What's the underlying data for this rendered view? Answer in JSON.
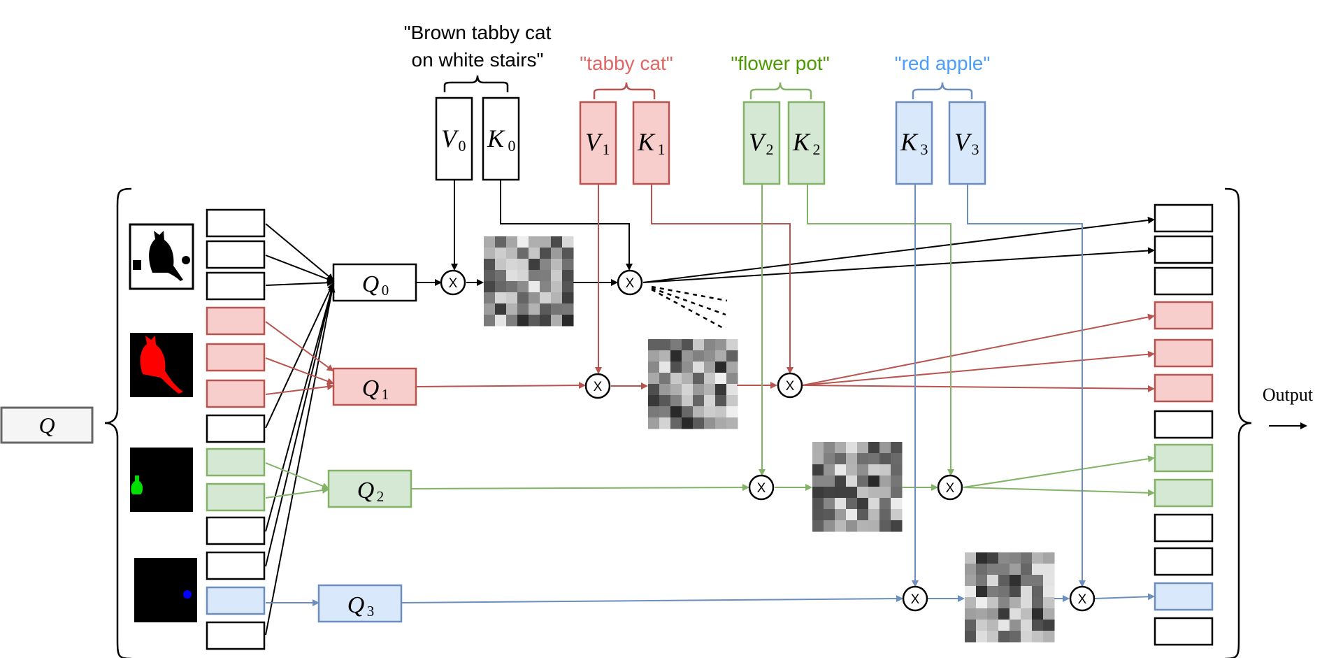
{
  "input_label": "Q",
  "output_label": "Output",
  "prompts": [
    {
      "line1": "\"Brown tabby cat",
      "line2": "on white stairs\""
    },
    {
      "text": "\"tabby cat\""
    },
    {
      "text": "\"flower pot\""
    },
    {
      "text": "\"red apple\""
    }
  ],
  "kv": {
    "v0": "V",
    "v0_sub": "0",
    "k0": "K",
    "k0_sub": "0",
    "v1": "V",
    "v1_sub": "1",
    "k1": "K",
    "k1_sub": "1",
    "v2": "V",
    "v2_sub": "2",
    "k2": "K",
    "k2_sub": "2",
    "k3": "K",
    "k3_sub": "3",
    "v3": "V",
    "v3_sub": "3"
  },
  "queries": [
    {
      "label": "Q",
      "sub": "0"
    },
    {
      "label": "Q",
      "sub": "1"
    },
    {
      "label": "Q",
      "sub": "2"
    },
    {
      "label": "Q",
      "sub": "3"
    }
  ],
  "multiply_symbol": "X",
  "colors": {
    "black": "#000000",
    "red_stroke": "#b85450",
    "red_fill": "#f8cecc",
    "red_text": "#e06666",
    "green_stroke": "#82b366",
    "green_fill": "#d5e8d4",
    "green_text": "#4d9900",
    "blue_stroke": "#6c8ebf",
    "blue_fill": "#dae8fc",
    "blue_text": "#4a9eff",
    "gray_stroke": "#666666",
    "gray_fill": "#f5f5f5"
  },
  "icons": [
    "cat-silhouette-mask-icon",
    "red-cat-mask-icon",
    "green-flower-pot-mask-icon",
    "blue-apple-mask-icon",
    "attention-map-heatmap-icon",
    "multiply-node-icon"
  ]
}
